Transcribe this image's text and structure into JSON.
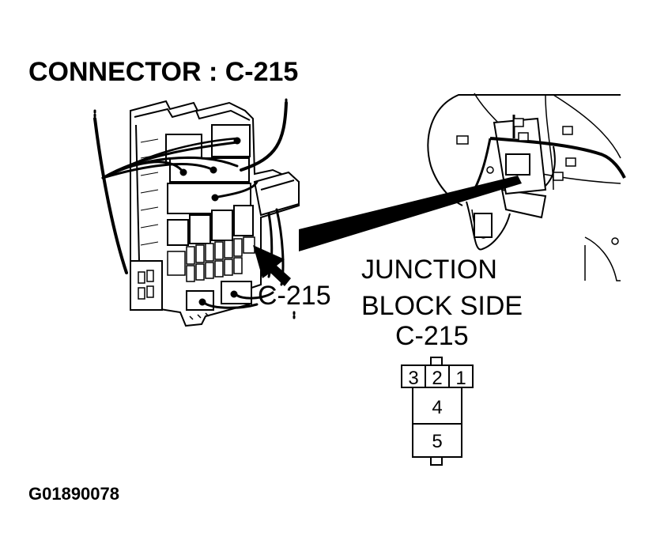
{
  "title": "CONNECTOR : C-215",
  "callout_label": "C-215",
  "junction_label_line1": "JUNCTION",
  "junction_label_line2": "BLOCK SIDE",
  "junction_label_line3": "C-215",
  "connector_pins": [
    "3",
    "2",
    "1",
    "4",
    "5"
  ],
  "figure_code": "G01890078"
}
